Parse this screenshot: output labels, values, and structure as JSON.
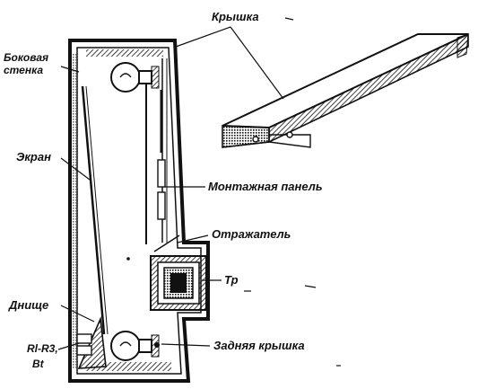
{
  "labels": {
    "kryshka": "Крышка",
    "bokovaya_1": "Боковая",
    "bokovaya_2": "стенка",
    "ekran": "Экран",
    "montazhnaya": "Монтажная панель",
    "otrazhatel": "Отражатель",
    "tr": "Тр",
    "dnishche": "Днище",
    "rl_1": "Rl-R3,",
    "rl_2": "Bt",
    "zadnyaya": "Задняя крышка"
  },
  "colors": {
    "ink": "#111111",
    "paper": "#ffffff"
  }
}
